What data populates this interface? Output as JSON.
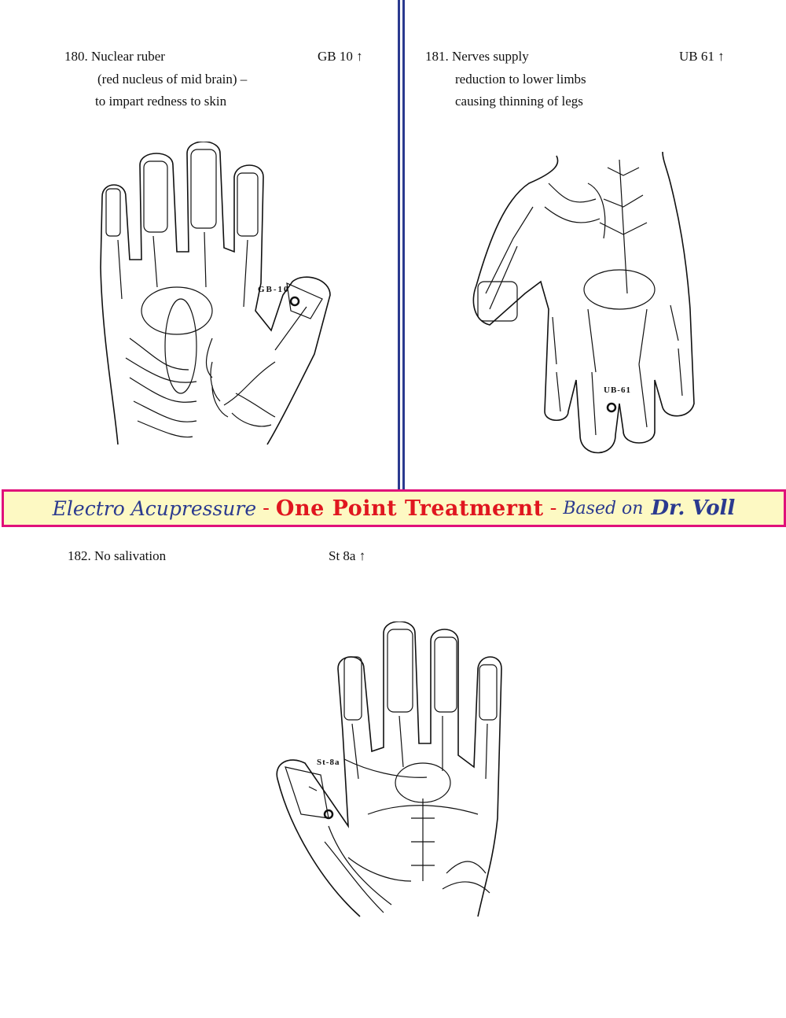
{
  "sections": [
    {
      "number": "180.",
      "title": "Nuclear ruber",
      "lines": [
        "(red nucleus of mid brain) –",
        "to impart redness to skin"
      ],
      "point": "GB 10",
      "direction_symbol": "↑",
      "figure_label": "GB-10"
    },
    {
      "number": "181.",
      "title": "Nerves supply",
      "lines": [
        "reduction to lower limbs",
        "causing thinning of legs"
      ],
      "point": "UB 61",
      "direction_symbol": "↑",
      "figure_label": "UB-61"
    },
    {
      "number": "182.",
      "title": "No salivation",
      "lines": [],
      "point": "St 8a",
      "direction_symbol": "↑",
      "figure_label": "St-8a"
    }
  ],
  "banner": {
    "part1": "Electro Acupressure",
    "separator": "-",
    "part2": "One Point Treatmernt",
    "part3": "Based on",
    "part4": "Dr. Voll",
    "colors": {
      "border": "#e0107a",
      "background": "#fdf9c3",
      "blue": "#2b3a8f",
      "red": "#e0161f"
    }
  },
  "icons": {
    "figure": "hand-skeleton-diagram-icon",
    "point_marker": "acupoint-circle-icon"
  }
}
